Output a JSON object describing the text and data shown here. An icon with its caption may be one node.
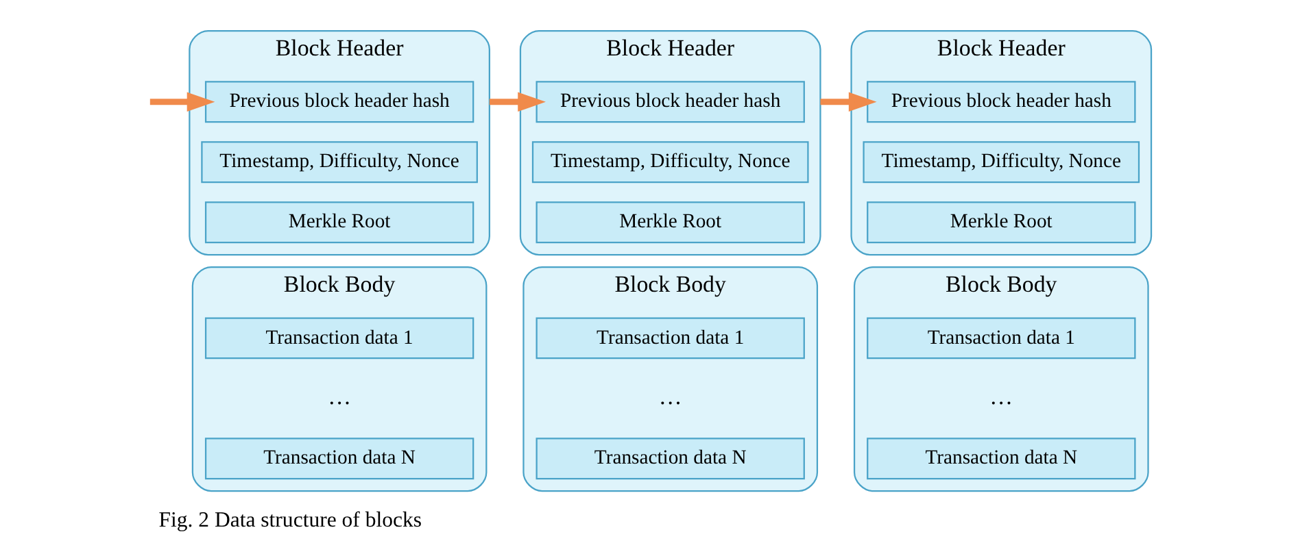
{
  "diagram": {
    "caption": "Fig. 2 Data structure of blocks",
    "nodes": [
      {
        "text": [
          "Block Header"
        ]
      },
      {
        "text": [
          "Previous block header hash"
        ],
        "in": 0
      },
      {
        "text": [
          "Timestamp, Difficulty, Nonce"
        ],
        "in": 0
      },
      {
        "text": [
          "Merkle Root"
        ],
        "in": 0
      },
      {
        "text": [
          "Block Body"
        ]
      },
      {
        "text": [
          "Transaction data 1"
        ],
        "in": 4
      },
      {
        "text": [
          "Transaction data N"
        ],
        "in": 4
      },
      {
        "text": [
          "Block Header"
        ]
      },
      {
        "text": [
          "Previous block header hash"
        ],
        "in": 7
      },
      {
        "text": [
          "Timestamp, Difficulty, Nonce"
        ],
        "in": 7
      },
      {
        "text": [
          "Merkle Root"
        ],
        "in": 7
      },
      {
        "text": [
          "Block Body"
        ]
      },
      {
        "text": [
          "Transaction data 1"
        ],
        "in": 11
      },
      {
        "text": [
          "Transaction data N"
        ],
        "in": 11
      },
      {
        "text": [
          "Block Header"
        ]
      },
      {
        "text": [
          "Previous block header hash"
        ],
        "in": 14
      },
      {
        "text": [
          "Timestamp, Difficulty, Nonce"
        ],
        "in": 14
      },
      {
        "text": [
          "Merkle Root"
        ],
        "in": 14
      },
      {
        "text": [
          "Block Body"
        ]
      },
      {
        "text": [
          "Transaction data 1"
        ],
        "in": 18
      },
      {
        "text": [
          "Transaction data N"
        ],
        "in": 18
      }
    ],
    "edges": [
      {
        "from": null,
        "to": 1,
        "arrow": "to"
      },
      {
        "from": 0,
        "to": 8,
        "arrow": "to"
      },
      {
        "from": 7,
        "to": 15,
        "arrow": "to"
      }
    ],
    "labels": [
      "…",
      "…",
      "…"
    ]
  }
}
